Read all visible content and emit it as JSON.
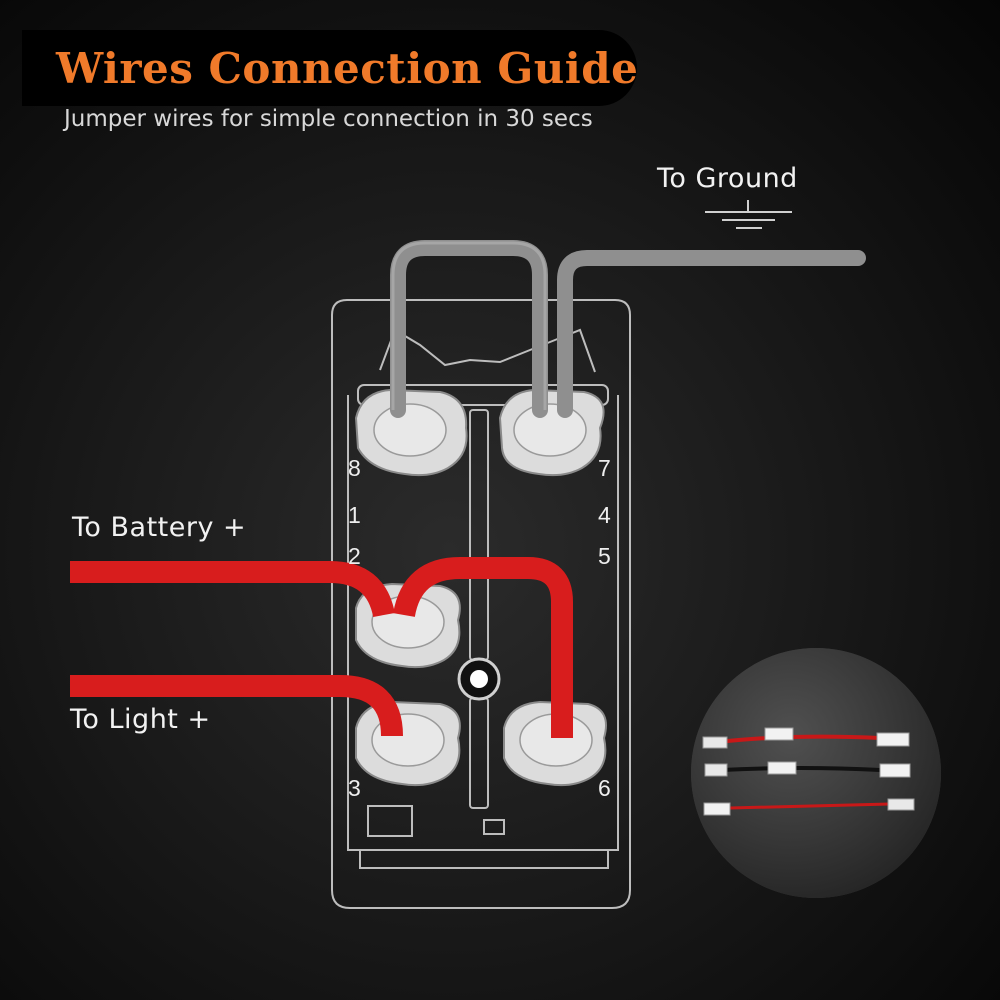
{
  "header": {
    "title": "Wires Connection Guide",
    "subtitle": "Jumper wires for simple connection in 30 secs"
  },
  "labels": {
    "ground": "To   Ground",
    "battery": "To   Battery   +",
    "light": "To   Light   +"
  },
  "pins": [
    "8",
    "1",
    "2",
    "3",
    "7",
    "4",
    "5",
    "6"
  ],
  "colors": {
    "title": "#f07a2a",
    "wire_ground": "#8f8f8f",
    "wire_power": "#d81d1d",
    "switch_outline": "#bdbdbd",
    "terminal": "#d9d9d9"
  },
  "icons": [
    "ground-symbol-icon",
    "jumper-wires-photo"
  ]
}
